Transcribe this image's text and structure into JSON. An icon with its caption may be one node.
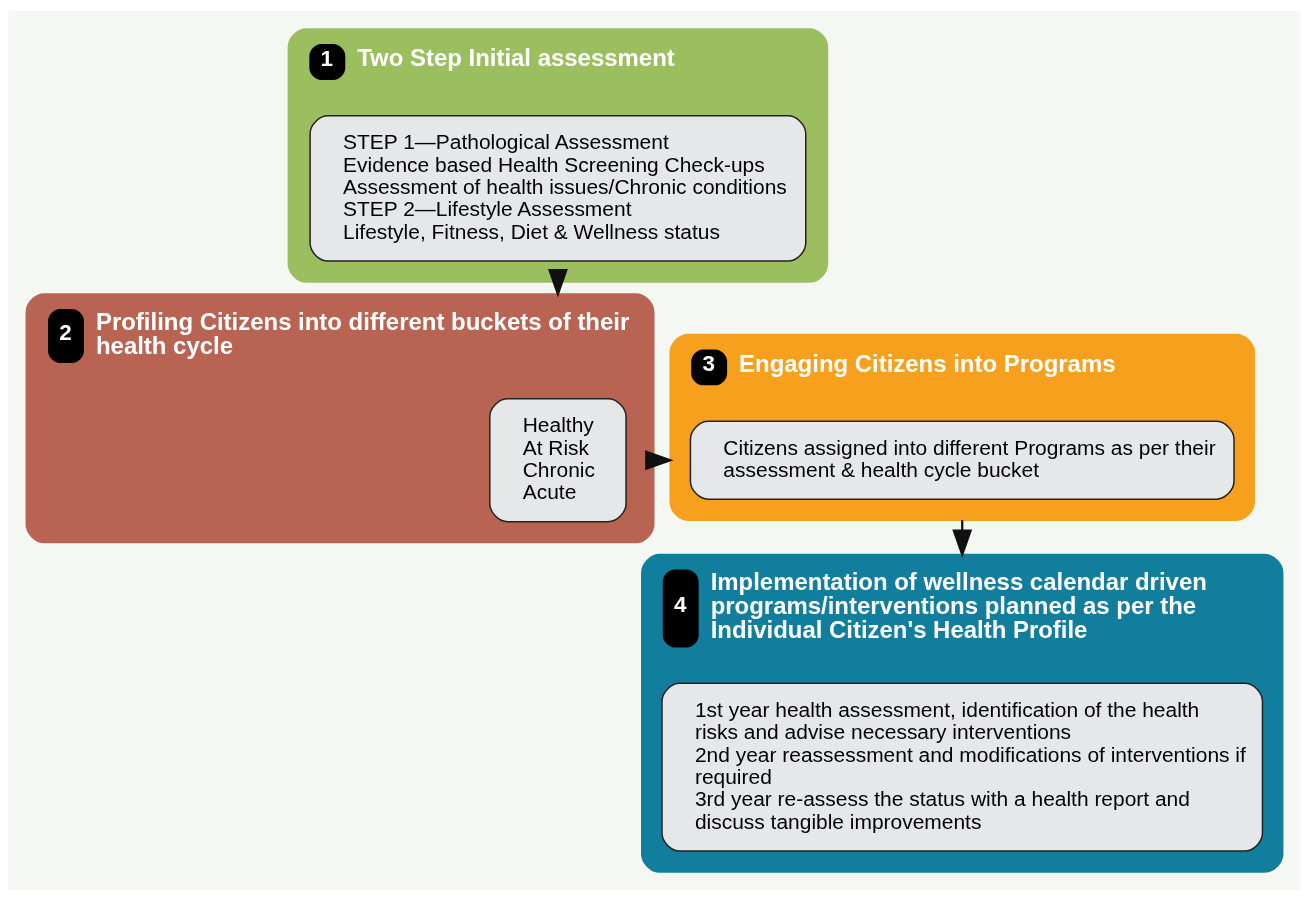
{
  "diagram": {
    "nodes": [
      {
        "text": [
          "1",
          "Two Step Initial assessment"
        ]
      },
      {
        "text": [
          "STEP 1—Pathological Assessment",
          "Evidence based Health Screening Check-ups",
          "Assessment of health issues/Chronic conditions",
          "STEP 2—Lifestyle Assessment",
          "Lifestyle, Fitness, Diet & Wellness status"
        ],
        "in": 0
      },
      {
        "text": [
          "2",
          "Profiling Citizens into different buckets of their health cycle"
        ]
      },
      {
        "text": [
          "Healthy",
          "At Risk",
          "Chronic",
          "Acute"
        ],
        "in": 2
      },
      {
        "text": [
          "3",
          "Engaging Citizens into Programs"
        ]
      },
      {
        "text": [
          "Citizens assigned into different Programs as per their assessment & health cycle bucket"
        ],
        "in": 4
      },
      {
        "text": [
          "4",
          "Implementation of wellness calendar driven programs/interventions planned as per the Individual Citizen's Health Profile"
        ]
      },
      {
        "text": [
          "1st year health assessment, identification of the health risks and advise necessary interventions",
          "2nd year reassessment and modifications of interventions if required",
          "3rd year re-assess the status with a health report and discuss tangible improvements"
        ],
        "in": 6
      }
    ],
    "edges": [
      {
        "from": 0,
        "to": 2,
        "arrow": "to"
      },
      {
        "from": 2,
        "to": 4,
        "arrow": "to"
      },
      {
        "from": 4,
        "to": 6,
        "arrow": "to"
      }
    ]
  }
}
